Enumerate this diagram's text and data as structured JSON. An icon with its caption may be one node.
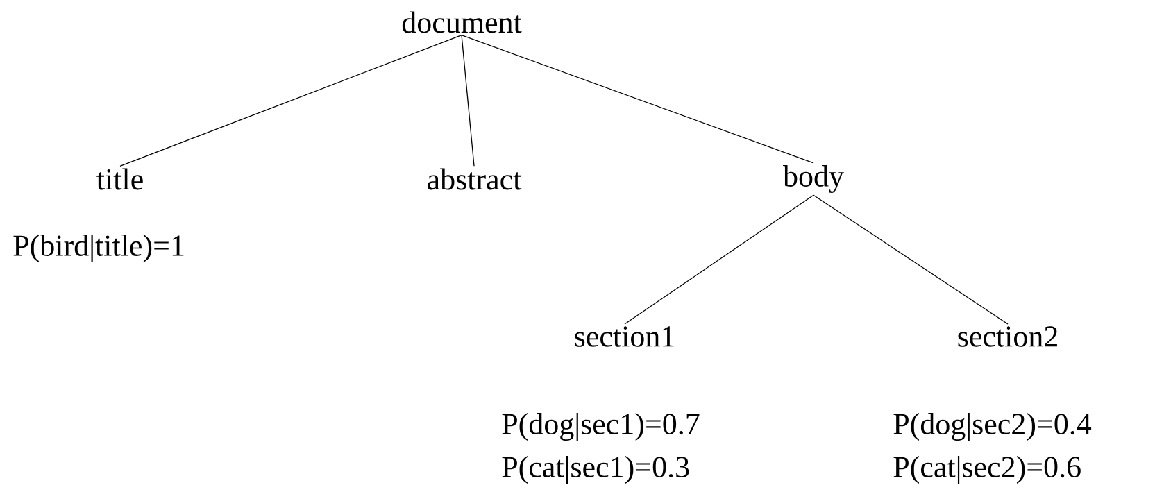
{
  "diagram": {
    "nodes": [
      {
        "text": [
          "document"
        ]
      },
      {
        "text": [
          "title"
        ],
        "beside": [
          "P(bird|title)=1"
        ]
      },
      {
        "text": [
          "abstract"
        ]
      },
      {
        "text": [
          "body"
        ]
      },
      {
        "text": [
          "section1"
        ],
        "beside": [
          "P(dog|sec1)=0.7",
          "P(cat|sec1)=0.3"
        ]
      },
      {
        "text": [
          "section2"
        ],
        "beside": [
          "P(dog|sec2)=0.4",
          "P(cat|sec2)=0.6"
        ]
      }
    ],
    "edges": [
      {
        "from": 0,
        "to": 1,
        "arrow": "none"
      },
      {
        "from": 0,
        "to": 2,
        "arrow": "none"
      },
      {
        "from": 0,
        "to": 3,
        "arrow": "none"
      },
      {
        "from": 3,
        "to": 4,
        "arrow": "none"
      },
      {
        "from": 3,
        "to": 5,
        "arrow": "none"
      }
    ]
  }
}
